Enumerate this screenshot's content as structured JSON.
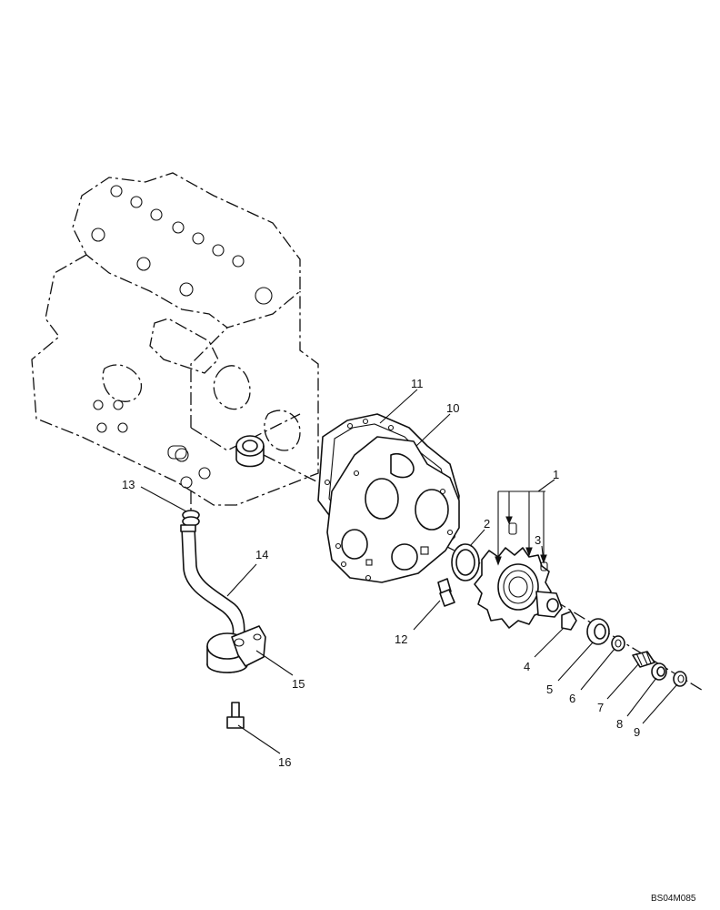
{
  "callouts": [
    {
      "id": "1",
      "text": "1"
    },
    {
      "id": "2",
      "text": "2"
    },
    {
      "id": "3",
      "text": "3"
    },
    {
      "id": "4",
      "text": "4"
    },
    {
      "id": "5",
      "text": "5"
    },
    {
      "id": "6",
      "text": "6"
    },
    {
      "id": "7",
      "text": "7"
    },
    {
      "id": "8",
      "text": "8"
    },
    {
      "id": "9",
      "text": "9"
    },
    {
      "id": "10",
      "text": "10"
    },
    {
      "id": "11",
      "text": "11"
    },
    {
      "id": "12",
      "text": "12"
    },
    {
      "id": "13",
      "text": "13"
    },
    {
      "id": "14",
      "text": "14"
    },
    {
      "id": "15",
      "text": "15"
    },
    {
      "id": "16",
      "text": "16"
    }
  ],
  "drawing_code": "BS04M085"
}
